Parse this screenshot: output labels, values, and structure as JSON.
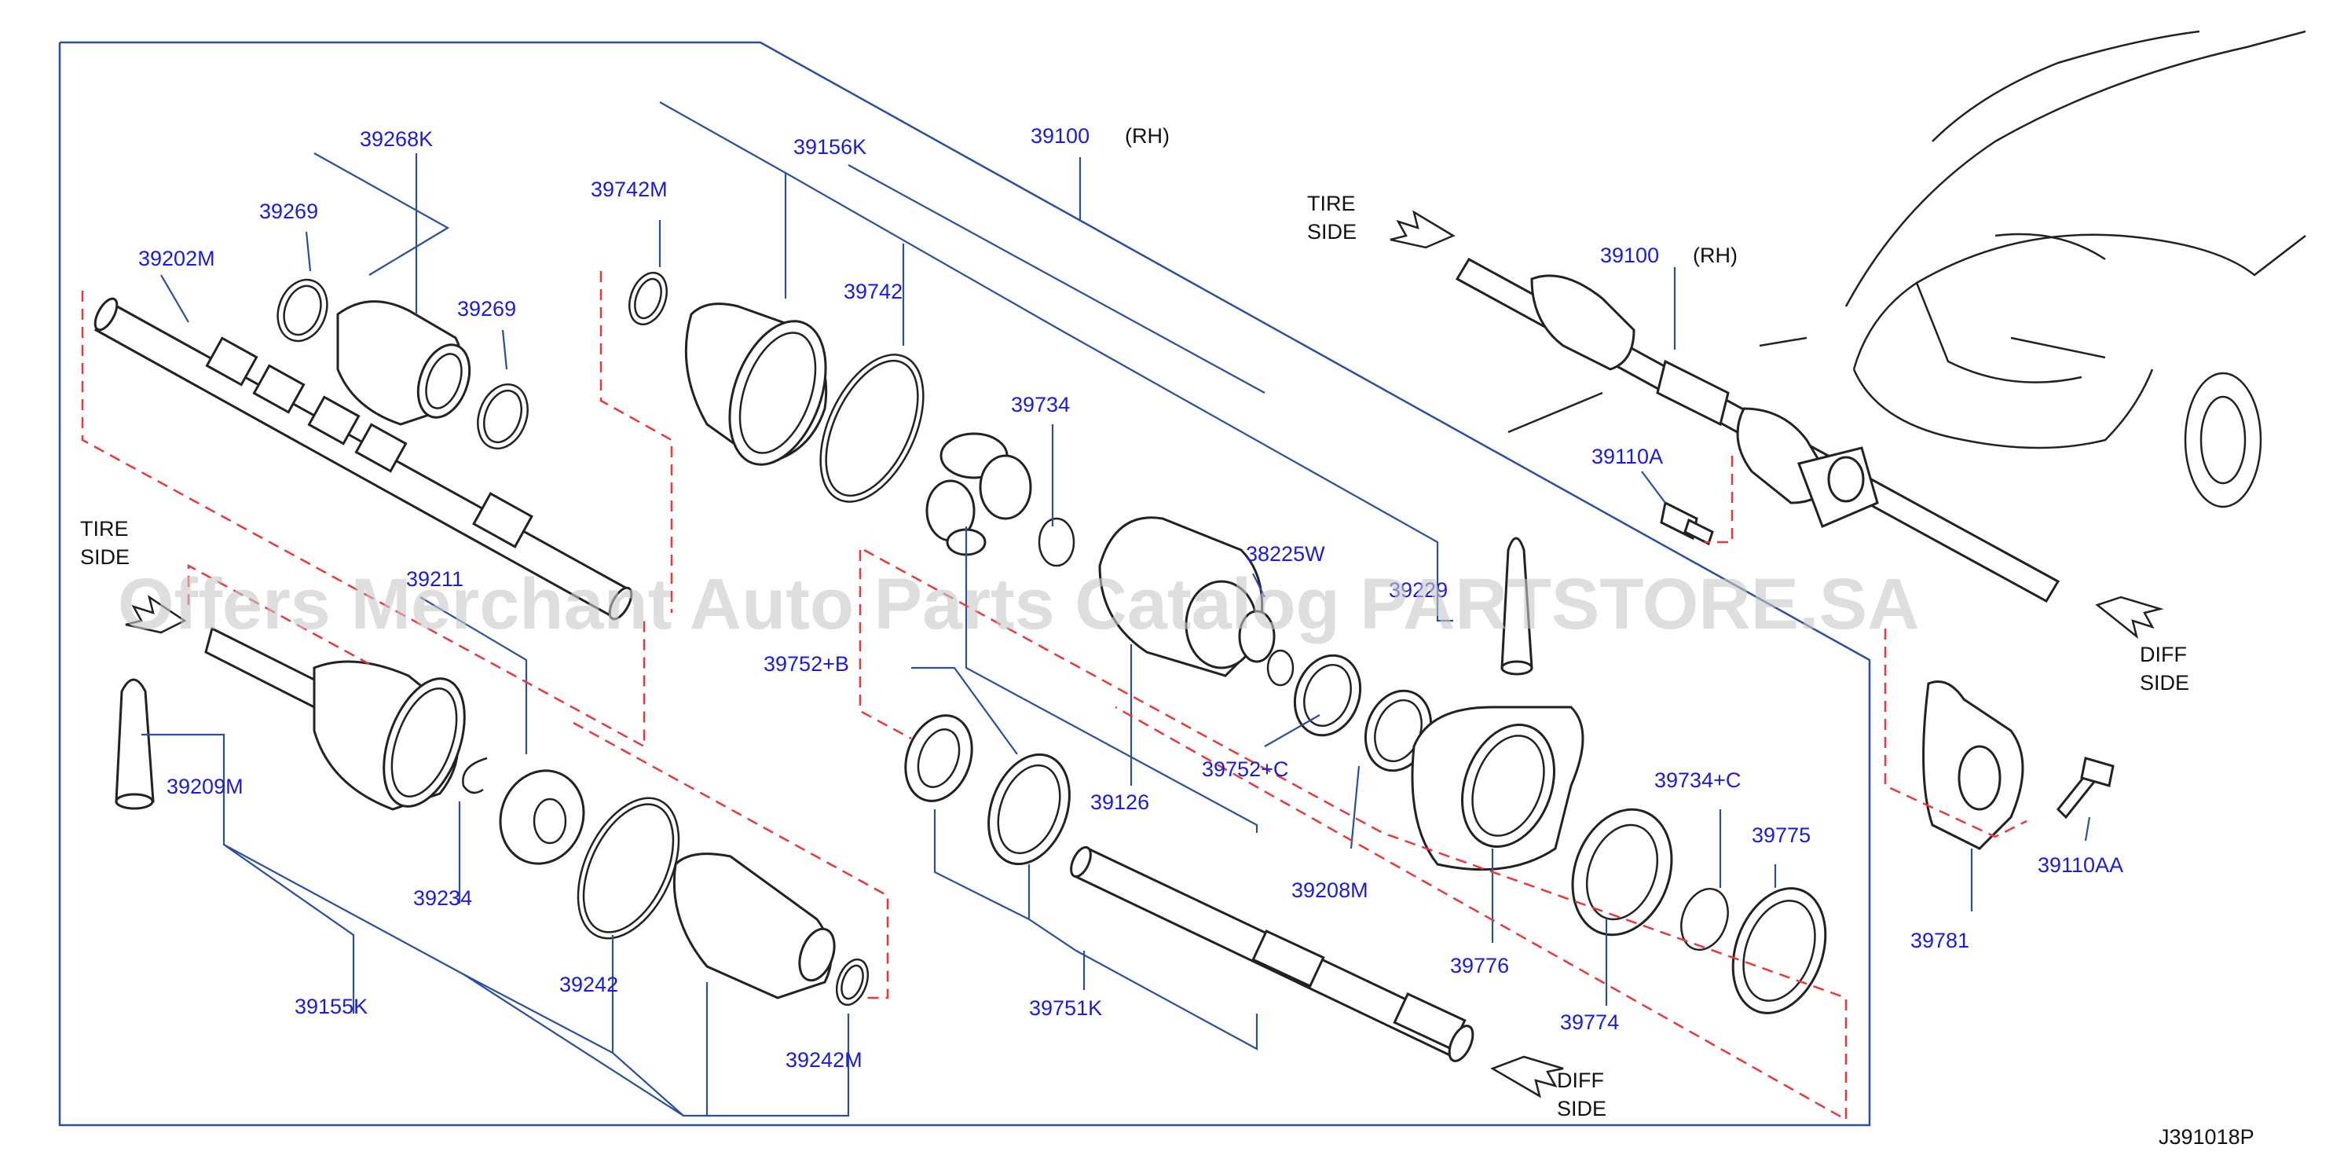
{
  "diagram": {
    "code": "J391018P",
    "watermark": "Offers Merchant Auto Parts Catalog PARTSTORE.SA",
    "side_labels": {
      "tire_side_left_1": "TIRE",
      "tire_side_left_2": "SIDE",
      "tire_side_right_1": "TIRE",
      "tire_side_right_2": "SIDE",
      "diff_side_bottom_1": "DIFF",
      "diff_side_bottom_2": "SIDE",
      "diff_side_right_1": "DIFF",
      "diff_side_right_2": "SIDE"
    },
    "part_labels": {
      "p39268K": "39268K",
      "p39269a": "39269",
      "p39269b": "39269",
      "p39202M": "39202M",
      "p39742M": "39742M",
      "p39156K": "39156K",
      "p39100": "39100",
      "p39100_rh": "(RH)",
      "p39742": "39742",
      "p39734": "39734",
      "p38225W": "38225W",
      "p39229": "39229",
      "p39211": "39211",
      "p39752B": "39752+B",
      "p39126": "39126",
      "p39752C": "39752+C",
      "p39209M": "39209M",
      "p39234": "39234",
      "p39155K": "39155K",
      "p39242": "39242",
      "p39242M": "39242M",
      "p39751K": "39751K",
      "p39208M": "39208M",
      "p39776": "39776",
      "p39774": "39774",
      "p39734C": "39734+C",
      "p39775": "39775",
      "p39100_inset": "39100",
      "p39100_inset_rh": "(RH)",
      "p39110A": "39110A",
      "p39110AA": "39110AA",
      "p39781": "39781"
    }
  }
}
